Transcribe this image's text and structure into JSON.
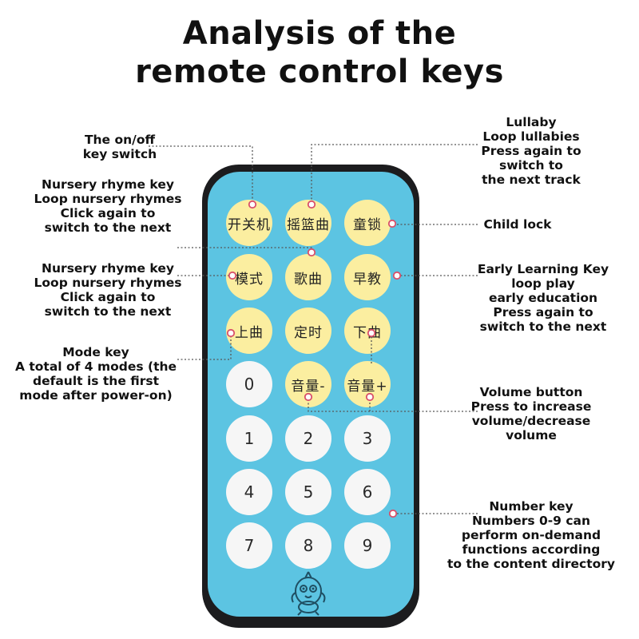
{
  "title": {
    "line1": "Analysis of the",
    "line2": "remote control keys"
  },
  "keys": {
    "power": "开关机",
    "cradle": "摇篮曲",
    "child_lock": "童锁",
    "mode": "模式",
    "song": "歌曲",
    "early_edu": "早教",
    "prev": "上曲",
    "timer": "定时",
    "next": "下曲",
    "zero": "0",
    "vol_down": "音量-",
    "vol_up": "音量+",
    "one": "1",
    "two": "2",
    "three": "3",
    "four": "4",
    "five": "5",
    "six": "6",
    "seven": "7",
    "eight": "8",
    "nine": "9"
  },
  "annotations": {
    "onoff": [
      "The on/off",
      "key switch"
    ],
    "nursery1": [
      "Nursery rhyme key",
      "Loop nursery rhymes",
      "Click again to",
      "switch to the next"
    ],
    "nursery2": [
      "Nursery rhyme key",
      "Loop nursery rhymes",
      "Click again to",
      "switch to the next"
    ],
    "mode": [
      "Mode key",
      "A total of 4 modes (the",
      "default is the first",
      "mode after power-on)"
    ],
    "lullaby": [
      "Lullaby",
      "Loop lullabies",
      "Press again to",
      "switch to",
      "the next track"
    ],
    "childlock": [
      "Child lock"
    ],
    "early": [
      "Early Learning Key",
      "loop play",
      "early education",
      "Press again to",
      "switch to the next"
    ],
    "volume": [
      "Volume button",
      "Press to increase",
      "volume/decrease",
      "volume"
    ],
    "number": [
      "Number key",
      "Numbers 0-9 can",
      "perform on-demand",
      "functions according",
      "to the content directory"
    ]
  },
  "colors": {
    "remote_body": "#1c1c1e",
    "remote_face": "#5cc4e2",
    "function_key": "#fbeea0",
    "number_key": "#f6f6f6",
    "marker": "#d9506a"
  }
}
